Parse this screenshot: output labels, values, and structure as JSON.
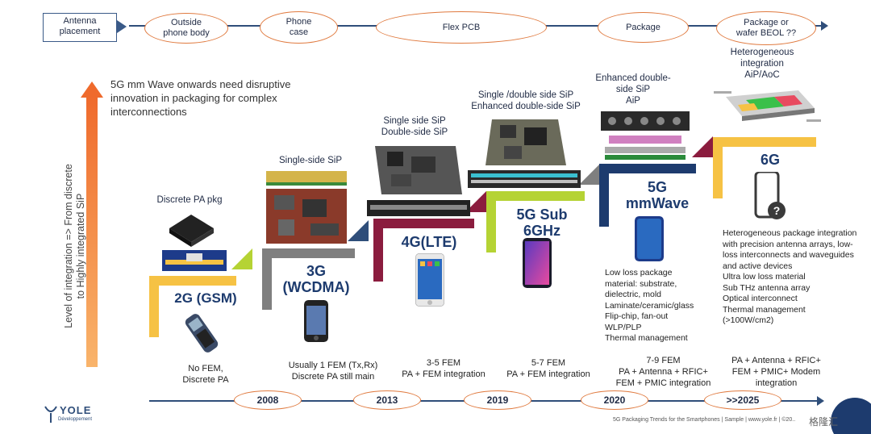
{
  "top_row": {
    "first_box": "Antenna\nplacement",
    "stages": [
      "Outside\nphone body",
      "Phone\ncase",
      "Flex PCB",
      "Package",
      "Package or\nwafer BEOL ??"
    ]
  },
  "intro_text": "5G mm Wave onwards need disruptive innovation in packaging for complex interconnections",
  "axis_label": "Level of integration => From discrete to Highly integrated SiP",
  "generations": [
    {
      "label": "2G (GSM)",
      "pkg": "Discrete PA pkg",
      "caption": "No FEM,\nDiscrete PA",
      "color": "#f6c244"
    },
    {
      "label": "3G\n(WCDMA)",
      "pkg": "Single-side SiP",
      "caption": "Usually 1 FEM (Tx,Rx)\nDiscrete PA still main",
      "color": "#7f7f7f"
    },
    {
      "label": "4G(LTE)",
      "pkg": "Single side SiP\nDouble-side SiP",
      "caption": "3-5 FEM\nPA + FEM integration",
      "color": "#8b1c3e"
    },
    {
      "label": "5G Sub\n6GHz",
      "pkg": "Single /double side SiP\nEnhanced double-side SiP",
      "caption": "5-7 FEM\nPA + FEM integration",
      "color": "#b5d334"
    },
    {
      "label": "5G\nmmWave",
      "pkg": "Enhanced double-\nside SiP\nAiP",
      "caption": "7-9 FEM\nPA + Antenna + RFIC+\nFEM + PMIC integration",
      "color": "#1d3b6e"
    },
    {
      "label": "6G",
      "pkg": "Heterogeneous\nintegration\nAiP/AoC",
      "caption": "PA + Antenna + RFIC+\nFEM + PMIC+ Modem\nintegration",
      "color": "#f6c244"
    }
  ],
  "mmwave_notes": "Low loss package\nmaterial: substrate,\ndielectric, mold\nLaminate/ceramic/glass\nFlip-chip, fan-out\nWLP/PLP\nThermal management",
  "sixg_notes": "Heterogeneous package integration\nwith precision antenna arrays, low-\nloss interconnects and waveguides\nand active devices\nUltra low loss material\nSub THz antenna array\nOptical interconnect\nThermal management\n(>100W/cm2)",
  "years": [
    "2008",
    "2013",
    "2019",
    "2020",
    ">>2025"
  ],
  "logo": "YOLE",
  "logo_sub": "Développement",
  "footer": "5G Packaging Trends for the Smartphones | Sample | www.yole.fr | ©20..",
  "watermark": "格隆汇"
}
